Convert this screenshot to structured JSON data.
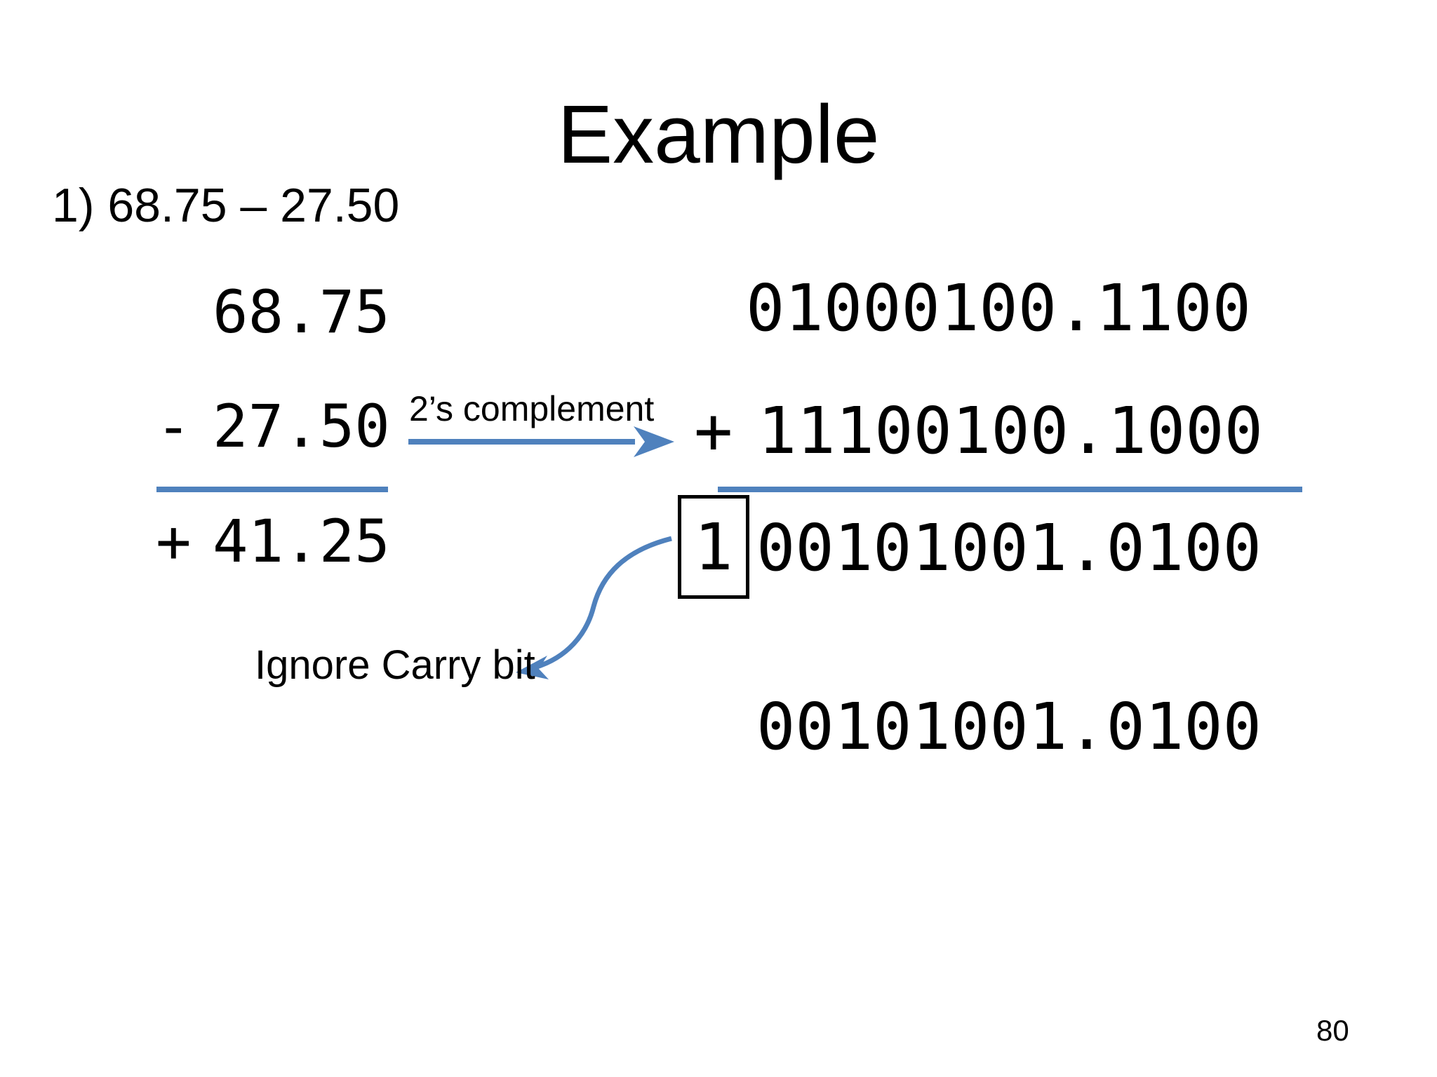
{
  "slide": {
    "title": "Example",
    "problem_statement": "1) 68.75 – 27.50",
    "page_number": "80"
  },
  "decimal_work": {
    "minuend": "68.75",
    "subtract_sign": "-",
    "subtrahend": "27.50",
    "result_sign": "+",
    "result": "41.25"
  },
  "conversion": {
    "label": "2’s complement"
  },
  "binary_work": {
    "operand1": "01000100.1100",
    "plus_sign": "+",
    "operand2": "11100100.1000",
    "carry_bit": "1",
    "sum_after_carry": "00101001.0100",
    "final_result": "00101001.0100"
  },
  "annotations": {
    "ignore_carry": "Ignore Carry bit"
  },
  "colors": {
    "accent_blue": "#4f81bd",
    "text": "#000000",
    "background": "#ffffff"
  }
}
